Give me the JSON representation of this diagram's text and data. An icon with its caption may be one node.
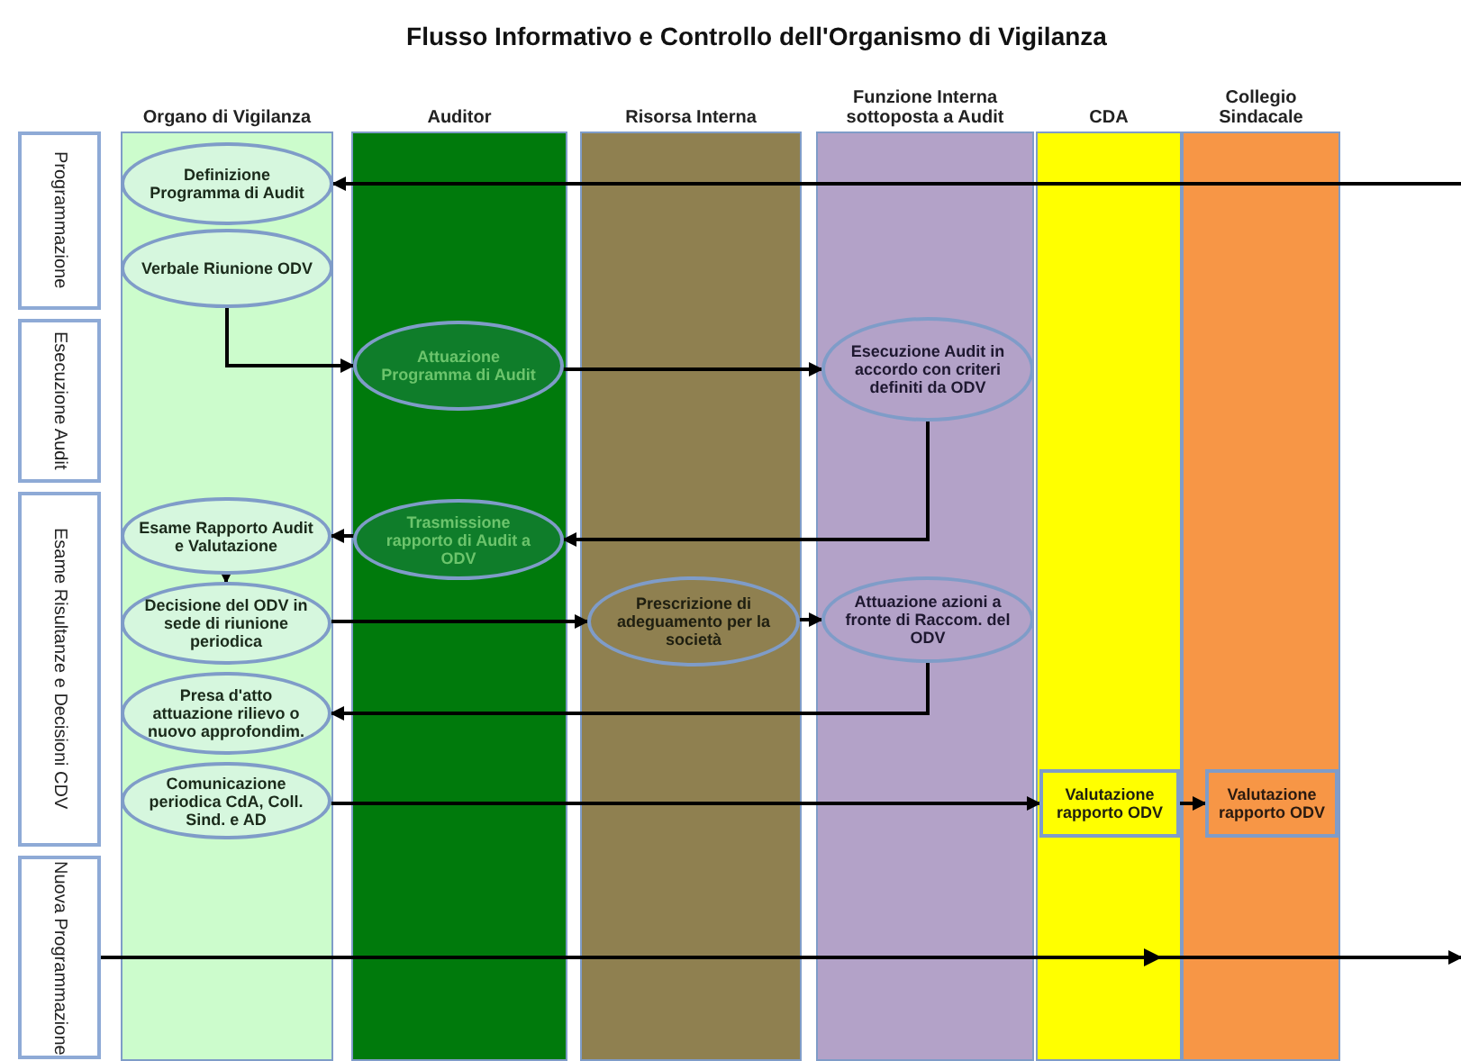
{
  "diagram": {
    "title": "Flusso Informativo e Controllo dell'Organismo di Vigilanza",
    "nodes": [
      {
        "text": [
          "Organo di Vigilanza"
        ]
      },
      {
        "text": [
          "Auditor"
        ]
      },
      {
        "text": [
          "Risorsa Interna"
        ]
      },
      {
        "text": [
          "Funzione Interna sottoposta a Audit"
        ]
      },
      {
        "text": [
          "CDA"
        ]
      },
      {
        "text": [
          "Collegio Sindacale"
        ]
      },
      {
        "text": [
          "Programmazione"
        ]
      },
      {
        "text": [
          "Esecuzione Audit"
        ]
      },
      {
        "text": [
          "Esame Risultanze e Decisioni CDV"
        ]
      },
      {
        "text": [
          "Nuova Programmazione"
        ]
      },
      {
        "text": [
          "Definizione Programma di Audit"
        ],
        "in": 0
      },
      {
        "text": [
          "Verbale Riunione ODV"
        ],
        "in": 0
      },
      {
        "text": [
          "Attuazione Programma di Audit"
        ],
        "in": 1
      },
      {
        "text": [
          "Esecuzione Audit in accordo con criteri definiti da ODV"
        ],
        "in": 3
      },
      {
        "text": [
          "Esame Rapporto Audit e Valutazione"
        ],
        "in": 0
      },
      {
        "text": [
          "Trasmissione rapporto di Audit a ODV"
        ],
        "in": 1
      },
      {
        "text": [
          "Decisione del ODV in sede di riunione periodica"
        ],
        "in": 0
      },
      {
        "text": [
          "Prescrizione di adeguamento per la società"
        ],
        "in": 2
      },
      {
        "text": [
          "Attuazione azioni a fronte di Raccom. del ODV"
        ],
        "in": 3
      },
      {
        "text": [
          "Presa d'atto attuazione rilievo o nuovo approfondim."
        ],
        "in": 0
      },
      {
        "text": [
          "Comunicazione periodica CdA, Coll. Sind. e AD"
        ],
        "in": 0
      },
      {
        "text": [
          "Valutazione rapporto ODV"
        ],
        "in": 4
      },
      {
        "text": [
          "Valutazione rapporto ODV"
        ],
        "in": 5
      }
    ],
    "edges": [
      {
        "from": null,
        "to": 10,
        "arrow": "to"
      },
      {
        "from": 11,
        "to": 12,
        "arrow": "to"
      },
      {
        "from": 12,
        "to": 13,
        "arrow": "to"
      },
      {
        "from": 13,
        "to": 15,
        "arrow": "to"
      },
      {
        "from": 15,
        "to": 14,
        "arrow": "to"
      },
      {
        "from": 14,
        "to": 16,
        "arrow": "to"
      },
      {
        "from": 16,
        "to": 17,
        "arrow": "to"
      },
      {
        "from": 17,
        "to": 18,
        "arrow": "to"
      },
      {
        "from": 18,
        "to": 19,
        "arrow": "to"
      },
      {
        "from": 20,
        "to": 21,
        "arrow": "to"
      },
      {
        "from": 21,
        "to": 22,
        "arrow": "to"
      },
      {
        "from": 9,
        "to": null,
        "arrow": "to"
      }
    ]
  }
}
